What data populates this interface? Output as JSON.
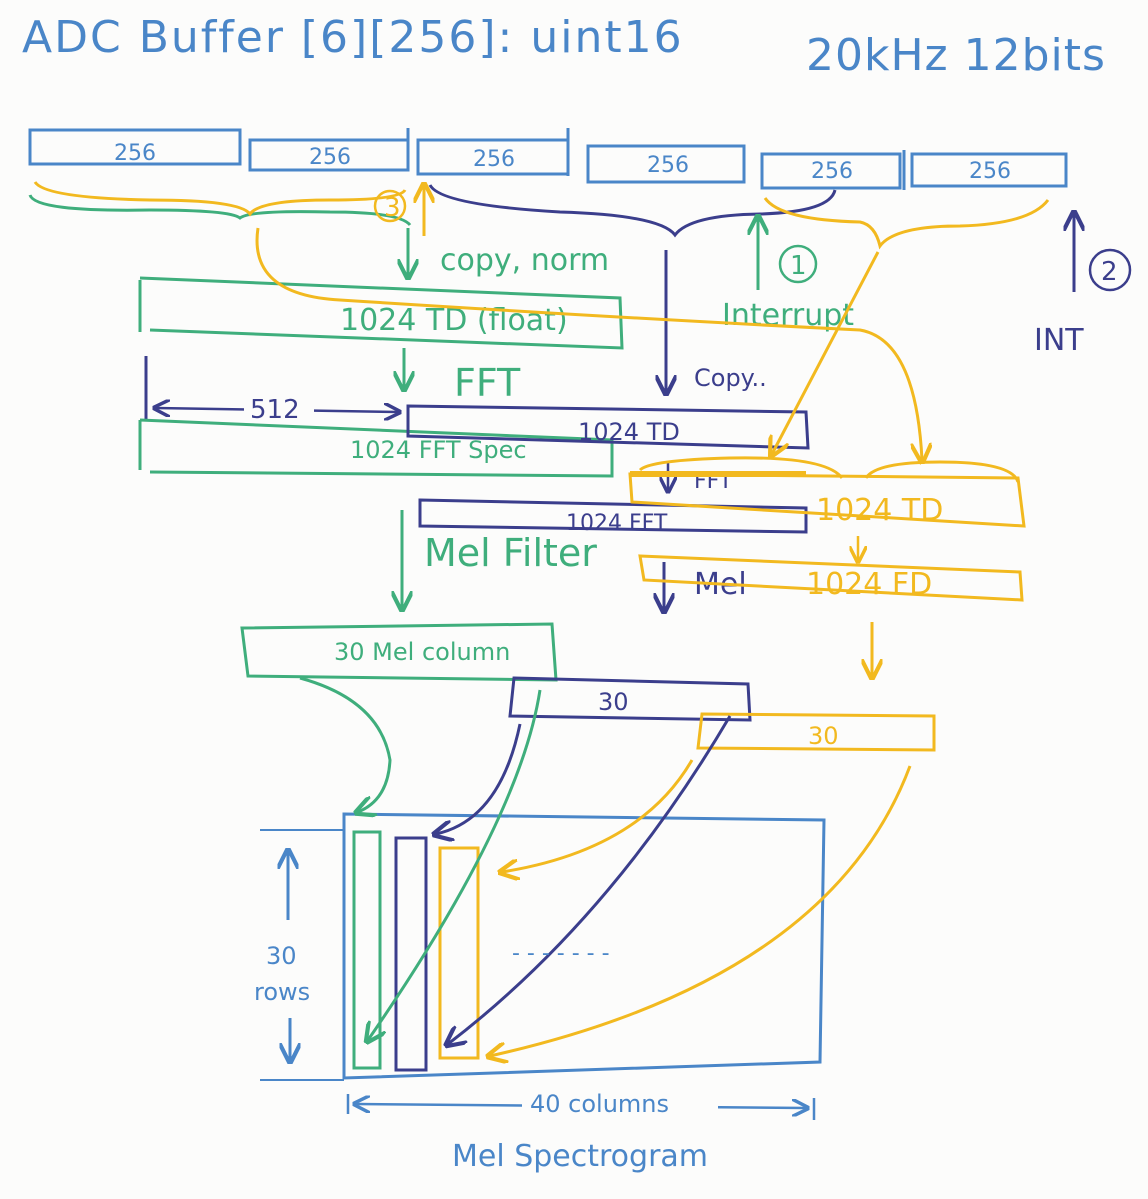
{
  "colors": {
    "blue": "#4a86c8",
    "green": "#3fae7c",
    "navy": "#3b3e8c",
    "yellow": "#f2b91f",
    "paper": "#fcfcfb"
  },
  "header": {
    "title": "ADC Buffer [6][256]: uint16",
    "spec": "20kHz 12bits"
  },
  "adc_buffer": {
    "blocks": [
      "256",
      "256",
      "256",
      "256",
      "256",
      "256"
    ]
  },
  "markers": {
    "step3": "3",
    "step1": "1",
    "step2": "2",
    "int": "INT",
    "interrupt": "Interrupt"
  },
  "green_path": {
    "copy_norm": "copy, norm",
    "td_buffer": "1024 TD (float)",
    "fft": "FFT",
    "half_width": "512",
    "fft_spec": "1024 FFT Spec",
    "mel_filter": "Mel Filter",
    "mel_column": "30 Mel column"
  },
  "navy_path": {
    "copy": "Copy..",
    "td_buffer": "1024 TD",
    "fft": "FFT",
    "fft_buffer": "1024 FFT",
    "mel": "Mel",
    "column": "30"
  },
  "yellow_path": {
    "td_buffer": "1024 TD",
    "fd_buffer": "1024 FD",
    "column": "30"
  },
  "spectrogram": {
    "rows_count": "30",
    "rows_label": "rows",
    "columns_label": "40 columns",
    "dots": "- - - - - - -",
    "title": "Mel Spectrogram"
  }
}
